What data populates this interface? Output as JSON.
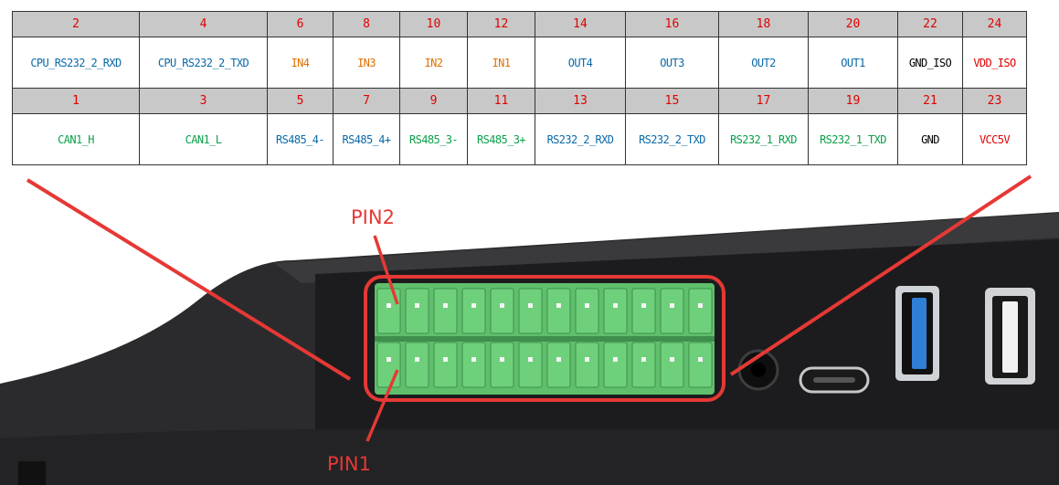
{
  "colors": {
    "red": "#e00000",
    "orange": "#e07000",
    "blue": "#0a6aa8",
    "green": "#0aa04a",
    "black": "#000000",
    "callout": "#e53935",
    "header_bg": "#c8c8c8",
    "terminal_green": "#5fbf6c",
    "usb_blue": "#2f7fd6"
  },
  "pin_table": {
    "top_numbers": [
      "2",
      "4",
      "6",
      "8",
      "10",
      "12",
      "14",
      "16",
      "18",
      "20",
      "22",
      "24"
    ],
    "top_signals": [
      {
        "label": "CPU_RS232_2_RXD",
        "color": "blue"
      },
      {
        "label": "CPU_RS232_2_TXD",
        "color": "blue"
      },
      {
        "label": "IN4",
        "color": "orange"
      },
      {
        "label": "IN3",
        "color": "orange"
      },
      {
        "label": "IN2",
        "color": "orange"
      },
      {
        "label": "IN1",
        "color": "orange"
      },
      {
        "label": "OUT4",
        "color": "blue"
      },
      {
        "label": "OUT3",
        "color": "blue"
      },
      {
        "label": "OUT2",
        "color": "blue"
      },
      {
        "label": "OUT1",
        "color": "blue"
      },
      {
        "label": "GND_ISO",
        "color": "black"
      },
      {
        "label": "VDD_ISO",
        "color": "red"
      }
    ],
    "bottom_numbers": [
      "1",
      "3",
      "5",
      "7",
      "9",
      "11",
      "13",
      "15",
      "17",
      "19",
      "21",
      "23"
    ],
    "bottom_signals": [
      {
        "label": "CAN1_H",
        "color": "green"
      },
      {
        "label": "CAN1_L",
        "color": "green"
      },
      {
        "label": "RS485_4-",
        "color": "blue"
      },
      {
        "label": "RS485_4+",
        "color": "blue"
      },
      {
        "label": "RS485_3-",
        "color": "green"
      },
      {
        "label": "RS485_3+",
        "color": "green"
      },
      {
        "label": "RS232_2_RXD",
        "color": "blue"
      },
      {
        "label": "RS232_2_TXD",
        "color": "blue"
      },
      {
        "label": "RS232_1_RXD",
        "color": "green"
      },
      {
        "label": "RS232_1_TXD",
        "color": "green"
      },
      {
        "label": "GND",
        "color": "black"
      },
      {
        "label": "VCC5V",
        "color": "red"
      }
    ]
  },
  "callouts": {
    "pin2": "PIN2",
    "pin1": "PIN1"
  },
  "device": {
    "terminal_pins_per_row": 12,
    "ports": [
      "audio-jack",
      "usb-c-port",
      "usb3-port",
      "usb2-port"
    ]
  }
}
